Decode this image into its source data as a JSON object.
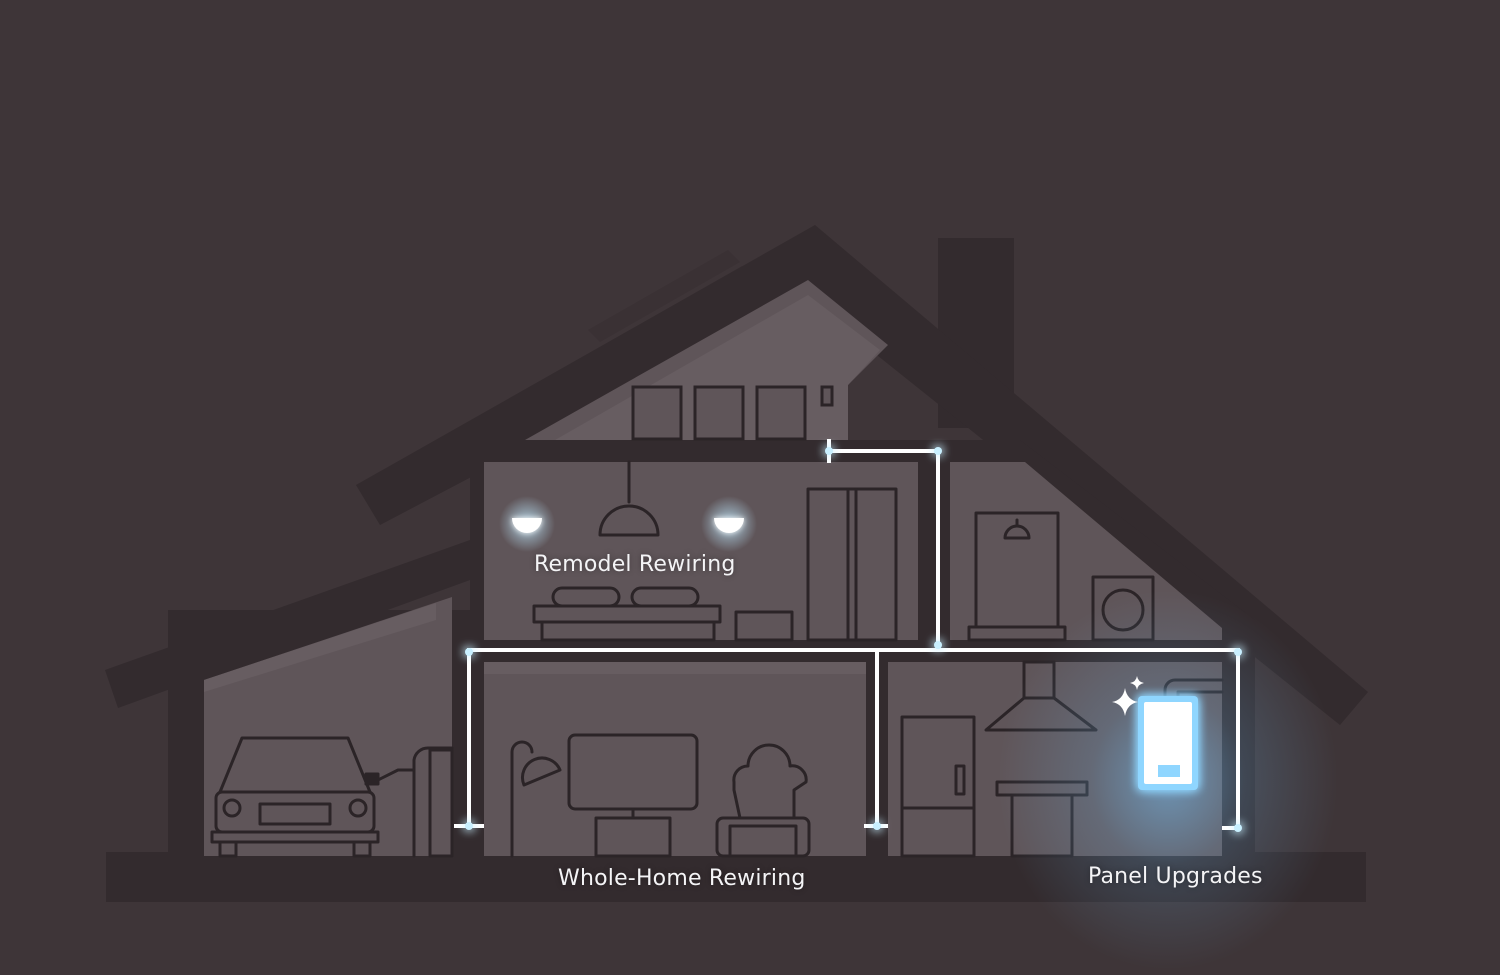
{
  "labels": {
    "remodel_rewiring": "Remodel Rewiring",
    "whole_home_rewiring": "Whole-Home Rewiring",
    "panel_upgrades": "Panel Upgrades"
  },
  "colors": {
    "background": "#3e3538",
    "house_dark": "#332b2e",
    "room_fill": "#5f5559",
    "room_fill_light": "#6a6064",
    "line_art": "#2b2427",
    "wire": "#ffffff",
    "glow": "#9fe3ff",
    "panel_glow": "#79c8ff"
  },
  "icons": [
    "sparkle-icon",
    "ceiling-lamp-icon",
    "electrical-panel-icon"
  ]
}
